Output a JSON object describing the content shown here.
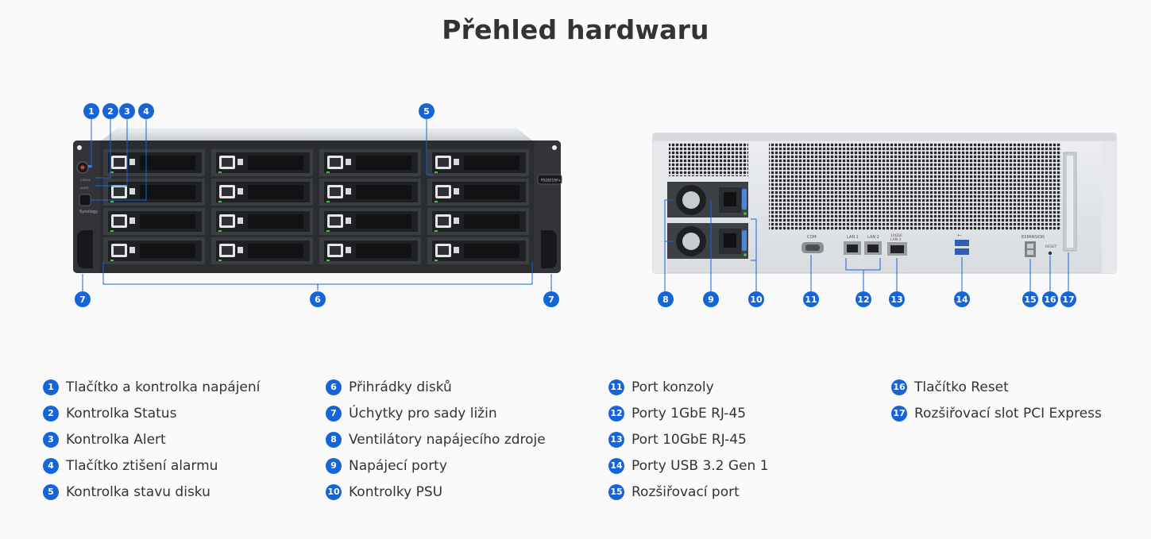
{
  "title": "Přehled hardwaru",
  "front_panel": {
    "model_label": "RS2821RP+",
    "brand": "Synology",
    "button_labels": [
      "STATUS",
      "ALERT"
    ]
  },
  "rear_panel": {
    "port_labels": {
      "com": "COM",
      "lan1": "LAN 1",
      "lan2": "LAN 2",
      "lan3": "LAN 3",
      "speed": "10GbE",
      "expansion": "EXPANSION",
      "reset": "RESET"
    }
  },
  "legend": [
    {
      "num": "1",
      "label": "Tlačítko a kontrolka napájení"
    },
    {
      "num": "2",
      "label": "Kontrolka Status"
    },
    {
      "num": "3",
      "label": "Kontrolka Alert"
    },
    {
      "num": "4",
      "label": "Tlačítko ztišení alarmu"
    },
    {
      "num": "5",
      "label": "Kontrolka stavu disku"
    },
    {
      "num": "6",
      "label": "Přihrádky disků"
    },
    {
      "num": "7",
      "label": "Úchytky pro sady ližin"
    },
    {
      "num": "8",
      "label": "Ventilátory napájecího zdroje"
    },
    {
      "num": "9",
      "label": "Napájecí porty"
    },
    {
      "num": "10",
      "label": "Kontrolky PSU"
    },
    {
      "num": "11",
      "label": "Port konzoly"
    },
    {
      "num": "12",
      "label": "Porty 1GbE RJ-45"
    },
    {
      "num": "13",
      "label": "Port 10GbE RJ-45"
    },
    {
      "num": "14",
      "label": "Porty USB 3.2 Gen 1"
    },
    {
      "num": "15",
      "label": "Rozšiřovací port"
    },
    {
      "num": "16",
      "label": "Tlačítko Reset"
    },
    {
      "num": "17",
      "label": "Rozšiřovací slot PCI Express"
    }
  ],
  "colors": {
    "accent": "#1565d8",
    "chassis_dark": "#2b2d31",
    "chassis_light": "#e3e5e8",
    "tray": "#1e2023",
    "led_green": "#49c14a"
  }
}
